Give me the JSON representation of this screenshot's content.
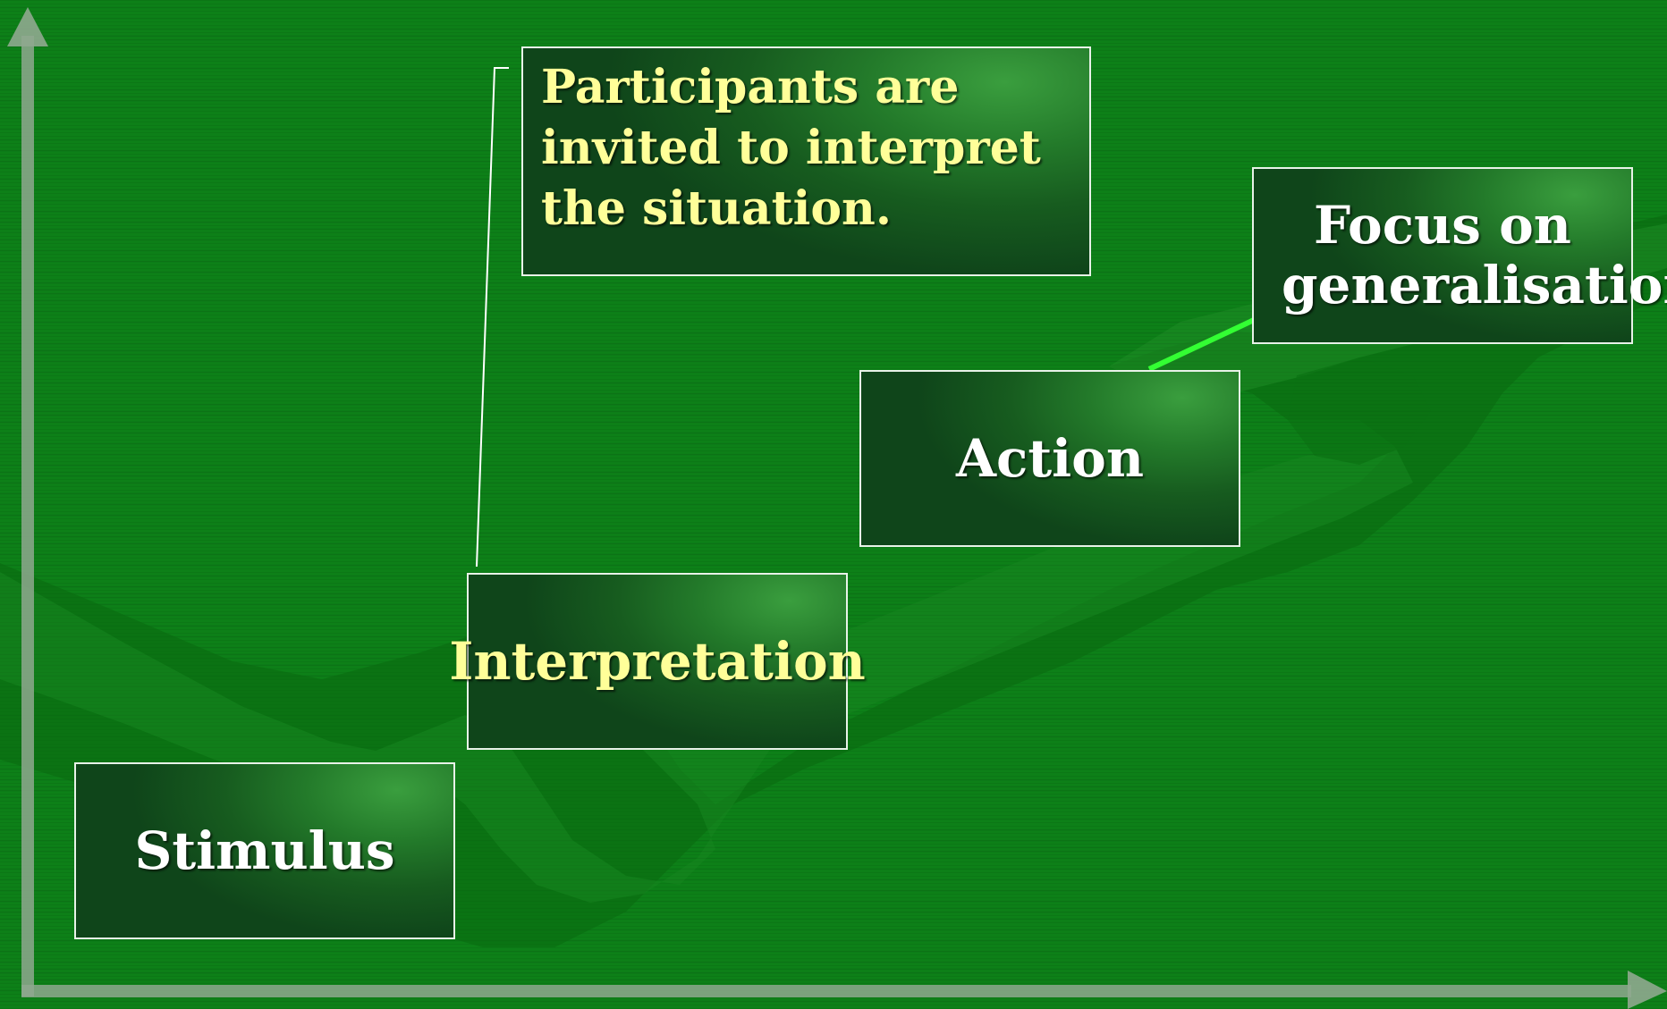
{
  "steps": [
    {
      "id": "stimulus",
      "label": "Stimulus",
      "highlighted": false
    },
    {
      "id": "interpretation",
      "label": "Interpretation",
      "highlighted": true
    },
    {
      "id": "action",
      "label": "Action",
      "highlighted": false
    },
    {
      "id": "generalisation",
      "label": "Focus on generalisation",
      "highlighted": false
    }
  ],
  "note": {
    "lines": [
      "Participants are",
      "invited to interpret",
      "the situation."
    ],
    "attached_to": "interpretation"
  },
  "colors": {
    "background": "#0d8018",
    "highlight_text": "#ffff99",
    "normal_text": "#ffffff",
    "box_border": "#e8f2e8",
    "axis": "#8fa88f",
    "accent_line": "#33ff33"
  }
}
